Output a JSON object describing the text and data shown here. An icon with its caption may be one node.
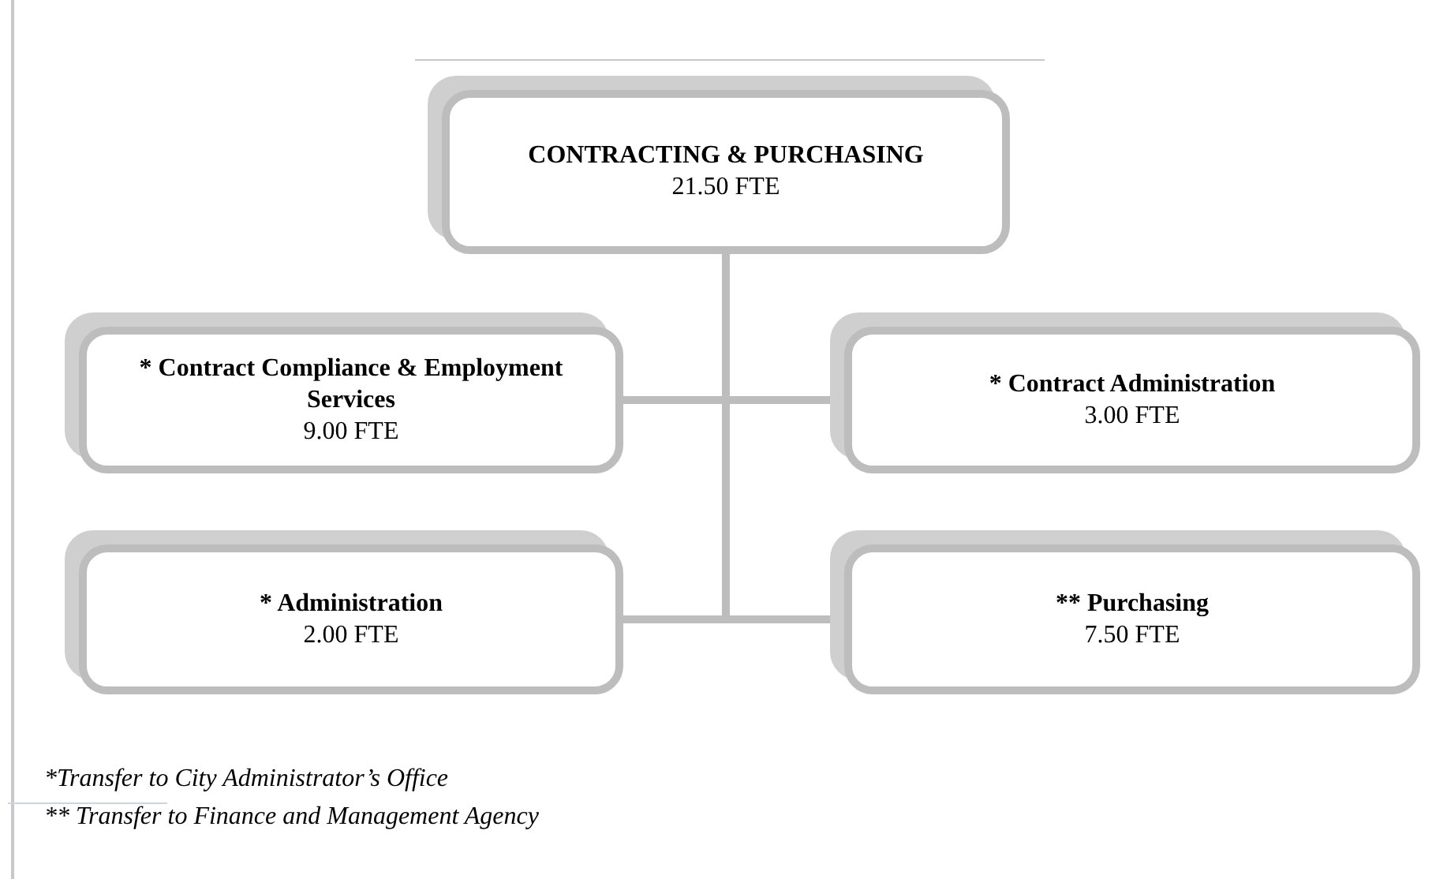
{
  "diagram": {
    "nodes": [
      {
        "text": [
          "CONTRACTING & PURCHASING",
          "21.50 FTE"
        ]
      },
      {
        "text": [
          "* Contract Compliance & Employment Services",
          "9.00 FTE"
        ]
      },
      {
        "text": [
          "* Contract Administration",
          "3.00 FTE"
        ]
      },
      {
        "text": [
          "* Administration",
          "2.00 FTE"
        ]
      },
      {
        "text": [
          "** Purchasing",
          "7.50 FTE"
        ]
      }
    ],
    "edges": [
      {
        "from": 0,
        "to": 1,
        "arrow": "none"
      },
      {
        "from": 0,
        "to": 2,
        "arrow": "none"
      },
      {
        "from": 0,
        "to": 3,
        "arrow": "none"
      },
      {
        "from": 0,
        "to": 4,
        "arrow": "none"
      }
    ],
    "labels": [
      "*Transfer to City Administrator’s Office",
      "** Transfer to Finance and Management Agency"
    ]
  }
}
